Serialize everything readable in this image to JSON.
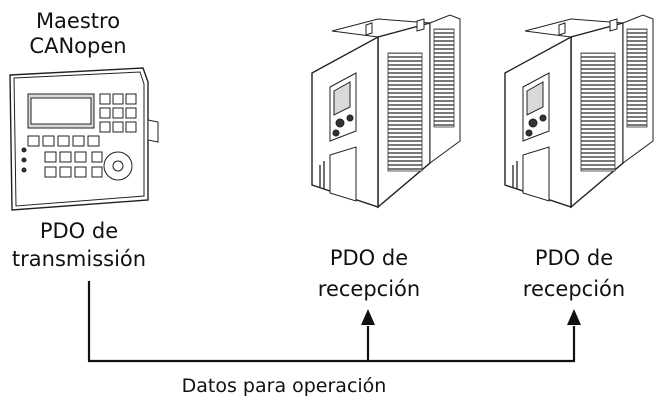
{
  "master": {
    "title_line1": "Maestro",
    "title_line2": "CANopen",
    "pdo_line1": "PDO de",
    "pdo_line2": "transmissión"
  },
  "drives": [
    {
      "pdo_line1": "PDO de",
      "pdo_line2": "recepción"
    },
    {
      "pdo_line1": "PDO de",
      "pdo_line2": "recepción"
    }
  ],
  "bus_label": "Datos para operación"
}
